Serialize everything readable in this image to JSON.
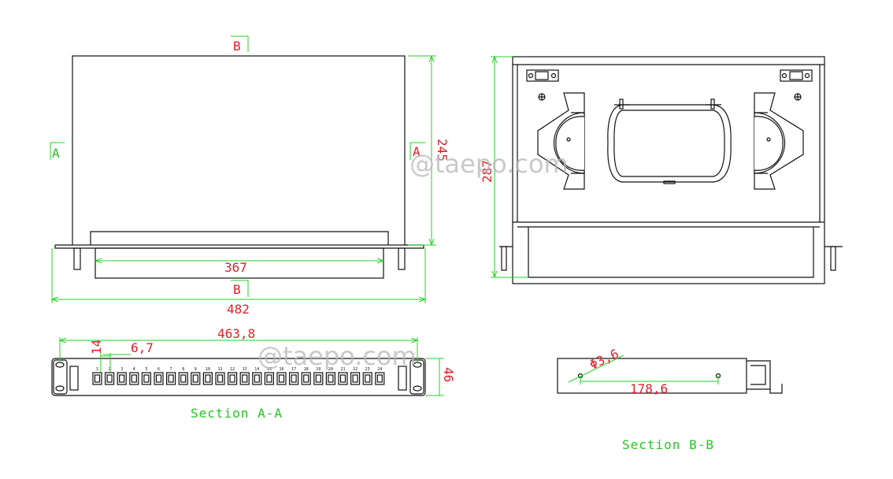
{
  "labels": {
    "section_a_tag": "A",
    "section_b_tag": "B",
    "section_a_title": "Section A-A",
    "section_b_title": "Section B-B"
  },
  "dimensions": {
    "depth_245": "245",
    "inner_width_367": "367",
    "total_width_482": "482",
    "total_depth_287": "287",
    "panel_width_463_8": "463,8",
    "port_pitch_6_7": "6,7",
    "flange_14": "14",
    "height_46": "46",
    "hole_diameter_3_6": "Φ3,6",
    "hole_spacing_178_6": "178,6"
  },
  "watermark": "@taepo.com",
  "front_panel": {
    "port_numbers": [
      "1",
      "2",
      "3",
      "4",
      "5",
      "6",
      "7",
      "8",
      "9",
      "10",
      "11",
      "12",
      "13",
      "14",
      "15",
      "16",
      "17",
      "18",
      "19",
      "20",
      "21",
      "22",
      "23",
      "24"
    ]
  },
  "colors": {
    "outline": "#111111",
    "dimension_line": "#22d422",
    "dimension_text": "#e0202a",
    "label_text": "#22c822"
  }
}
